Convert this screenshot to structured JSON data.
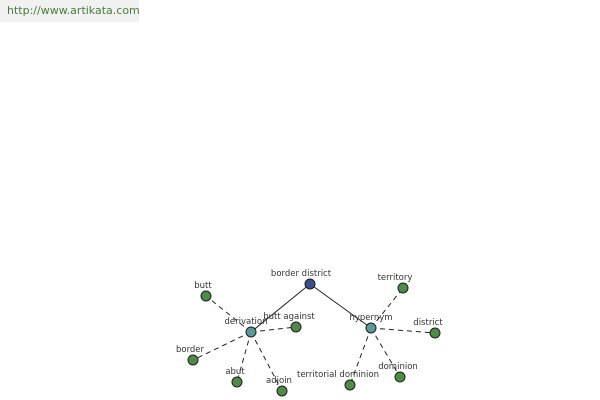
{
  "watermark": "http://www.artikata.com",
  "colors": {
    "root": "#3b4f8c",
    "relation": "#5a9a9a",
    "leaf": "#4e8c46",
    "watermark_text": "#4a7d3a"
  },
  "graph": {
    "root": "border district",
    "relations": [
      {
        "id": "derivation",
        "label": "derivation",
        "items": [
          "butt",
          "border",
          "abut",
          "adjoin",
          "butt against"
        ]
      },
      {
        "id": "hypernym",
        "label": "hypernym",
        "items": [
          "territory",
          "district",
          "dominion",
          "territorial dominion"
        ]
      }
    ]
  }
}
